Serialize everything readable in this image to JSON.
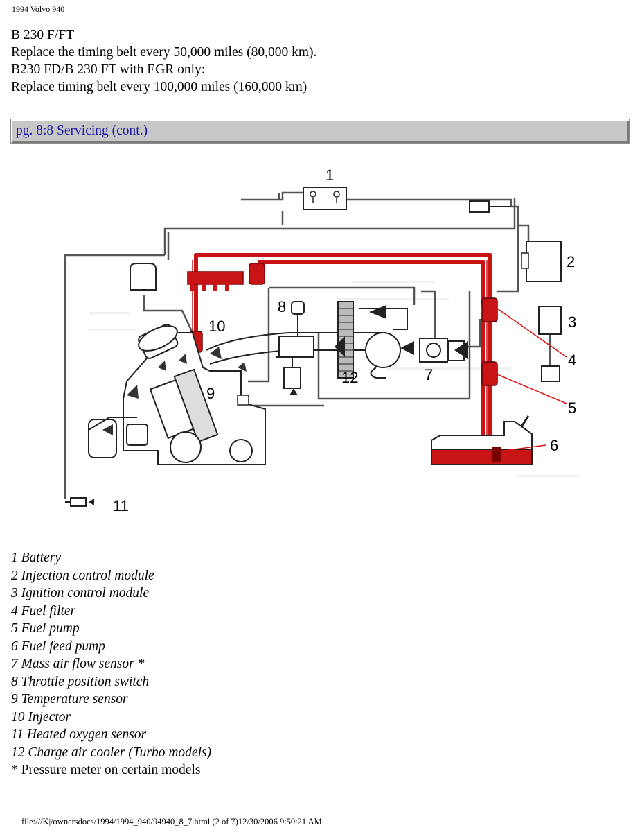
{
  "header": {
    "title": "1994 Volvo 940"
  },
  "intro": {
    "lines": [
      "B 230 F/FT",
      "Replace the timing belt every 50,000 miles (80,000 km).",
      "B230 FD/B 230 FT with EGR only:",
      "Replace timing belt every 100,000 miles (160,000 km)"
    ]
  },
  "section": {
    "link_text": "pg. 8:8 Servicing (cont.)"
  },
  "diagram": {
    "callouts": [
      "1",
      "2",
      "3",
      "4",
      "5",
      "6",
      "7",
      "8",
      "9",
      "10",
      "11",
      "12"
    ],
    "colors": {
      "fuel_line": "#c81414",
      "line": "#444444"
    }
  },
  "legend": {
    "items": [
      "1 Battery",
      "2 Injection control module",
      "3 Ignition control module",
      "4 Fuel filter",
      "5 Fuel pump",
      "6 Fuel feed pump",
      "7 Mass air flow sensor *",
      "8 Throttle position switch",
      "9 Temperature sensor",
      "10 Injector",
      "11 Heated oxygen sensor",
      "12 Charge air cooler (Turbo models)"
    ],
    "note": "* Pressure meter on certain models"
  },
  "footer": {
    "text": "file:///K|/ownersdocs/1994/1994_940/94940_8_7.html (2 of 7)12/30/2006 9:50:21 AM"
  }
}
